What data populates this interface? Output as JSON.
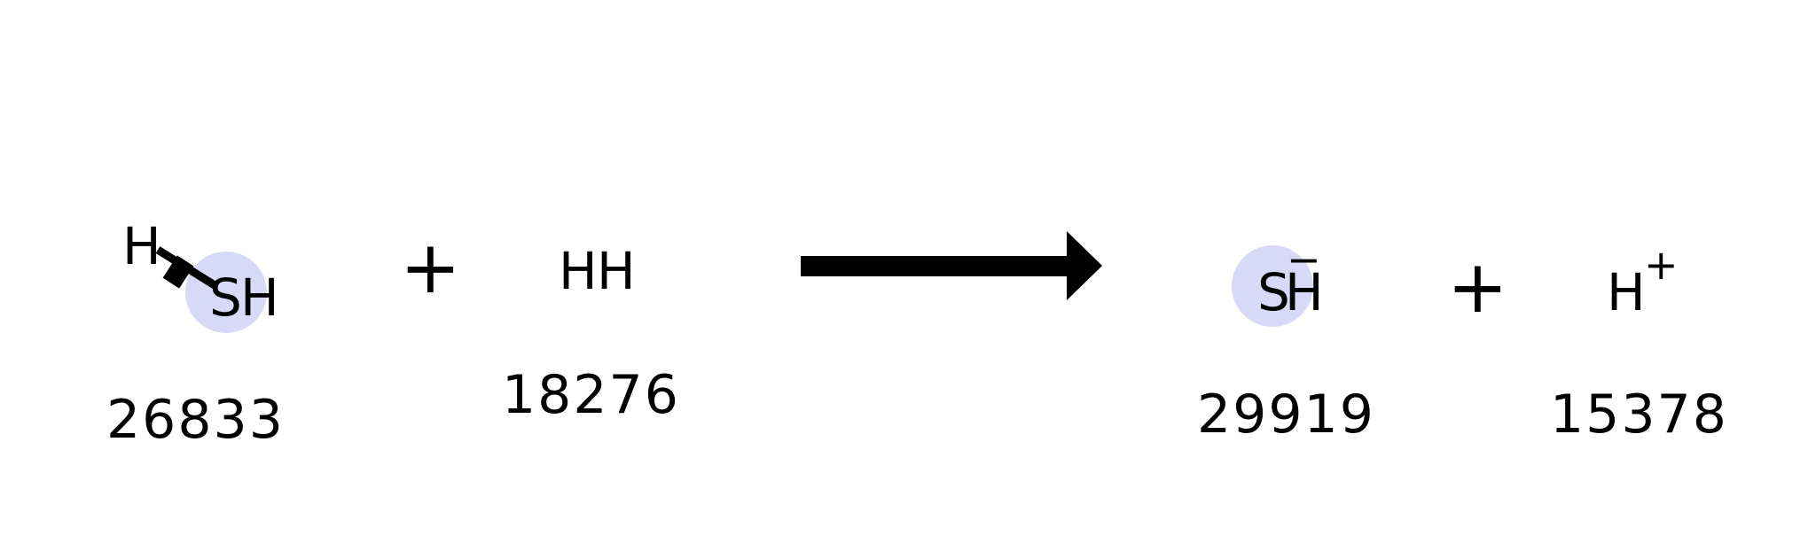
{
  "colors": {
    "background": "#ffffff",
    "highlight": "#d8d8f7",
    "sulfur": "#8f8f26",
    "ink": "#000000"
  },
  "reaction": {
    "reactants": [
      {
        "id_label": "26833",
        "atoms": {
          "h_top": "H",
          "s": "S",
          "h_right": "H"
        },
        "bond_mark": "wavy-cleaved-bond"
      },
      {
        "id_label": "18276",
        "atoms": {
          "h_left": "H",
          "h_right": "H"
        }
      }
    ],
    "products": [
      {
        "id_label": "29919",
        "atoms": {
          "s": "S",
          "h": "H"
        },
        "charge": "−"
      },
      {
        "id_label": "15378",
        "atoms": {
          "h": "H"
        },
        "charge": "+"
      }
    ],
    "plus_signs": [
      "+",
      "+"
    ],
    "arrow": "reaction-arrow"
  }
}
